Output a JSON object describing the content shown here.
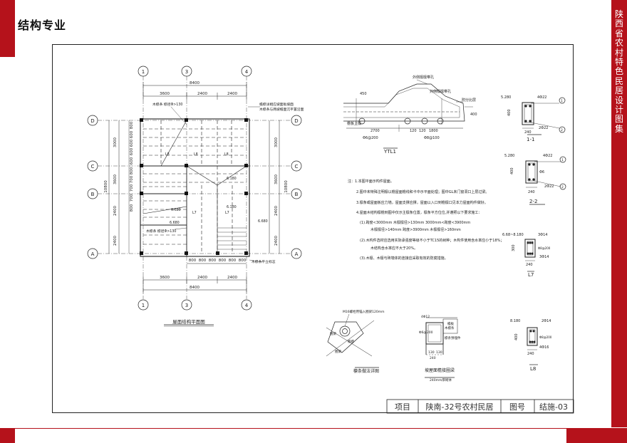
{
  "header": {
    "section_title": "结构专业",
    "side_title": "陕西省农村特色民居设计图集"
  },
  "plan": {
    "axes_x": [
      "1",
      "3",
      "4"
    ],
    "axes_y": [
      "D",
      "C",
      "B",
      "A"
    ],
    "dims_top_total": "8400",
    "dims_top_parts": [
      "3600",
      "2400",
      "2400"
    ],
    "dims_bottom_parts": [
      "3600",
      "2400",
      "2400"
    ],
    "dims_bottom_total": "8400",
    "dims_left_parts": [
      "3000",
      "3600",
      "2400",
      "2400"
    ],
    "dims_left_total": "10800",
    "dims_right_parts": [
      "3000",
      "3600",
      "2400",
      "2400"
    ],
    "dims_right_total": "10800",
    "left_rafter_dims": [
      "800",
      "600",
      "600",
      "600",
      "600",
      "800",
      "700",
      "700",
      "700",
      "800"
    ],
    "bottom_small_dims": [
      "800",
      "800",
      "800",
      "800",
      "800",
      "800"
    ],
    "note_top": "木檩条 檩径Φ>130",
    "note_mid": "木檩条 檩径Φ>130",
    "note_right_top1": "檐檩详相应坡面板坡面",
    "note_right_top2": "木檩条与两坡檐面沉平置沿面",
    "note_bottom_right": "木檩条平立标志",
    "labels_l": [
      "L8",
      "L8",
      "L8",
      "L7",
      "L7"
    ],
    "elevations": [
      "6.180",
      "6.680",
      "6.680",
      "6.180",
      "6.680"
    ],
    "caption": "屋面结构平面图"
  },
  "ytl": {
    "caption": "YTL1",
    "note1": "外侧檩檩带孔",
    "note2": "外侧檩檩带孔",
    "note3": "附分比层",
    "label_beam": "檐板上檩",
    "dims": [
      "450",
      "2700",
      "1800",
      "400",
      "120",
      "120"
    ],
    "rebar": [
      "Φ6@200",
      "Φ8@100"
    ]
  },
  "notes": {
    "lines": [
      "注：1.本图平面示构件屋面。",
      "2.图中未特殊注明檩以檐屋面檐线和卡中示平面处理；图中GL未门窗洞口上层过梁。",
      "3.檩条或屋面板应力墙，屋面支撑应撑，屋面以入口到檐檩口见本力屋面构件做好。",
      "4.屋面木结构檩檐到图中仅示主檩条位置，檩条平方位位,并遵照以下要求施工：",
      "(1).跨度<3000mm  木檩檩径>130mm   3000mm<跨度<3900mm",
      "木檩檩径>140mm   跨度>3900mm  木檩檩径>160mm",
      "(2).木构件选材应选用实际承强度等级不小于TC15的树种；木构件使用含水率应小于18%；",
      "木结构含水率应不大于20%。",
      "(3).木檩、木檩与砖墙体的连接应采取有效的防腐措施。"
    ]
  },
  "sec11": {
    "caption": "1-1",
    "elev": "5.280",
    "top": "4Φ22",
    "bot": "2Φ22",
    "dims": [
      "400",
      "240"
    ],
    "markers": [
      "1",
      "2"
    ]
  },
  "sec22": {
    "caption": "2-2",
    "elev": "5.280",
    "top": "4Φ22",
    "mid": "Φ6",
    "bot": "2Φ22",
    "dims": [
      "400",
      "240"
    ],
    "markers": [
      "1",
      "2"
    ]
  },
  "secL7": {
    "caption": "L7",
    "elev": "6.68~8.180",
    "top": "3Φ14",
    "mid": "Φ8@200",
    "bot": "3Φ14",
    "dims": [
      "300",
      "240"
    ]
  },
  "secL8": {
    "caption": "L8",
    "elev": "8.180",
    "top": "2Φ14",
    "mid": "Φ8@200",
    "bot": "4Φ16",
    "dims": [
      "400",
      "240"
    ]
  },
  "detail1": {
    "caption": "檩条做法详图",
    "note": "M16螺栓用锚入圈梁120mm",
    "labels": [
      "圈梁",
      "檐檩",
      "圈梁"
    ]
  },
  "detail2": {
    "caption": "坡屋面檐接圈梁",
    "subcaption": "240mm厚砌体",
    "labels": [
      "4Φ12",
      "Φ6@200",
      "木檩条",
      "檐板",
      "檩条预埋件"
    ],
    "dims": [
      "130",
      "130",
      "240"
    ]
  },
  "title_block": {
    "project_label": "项目",
    "project_name": "陕南-32号农村民居",
    "drawing_no_label": "图号",
    "drawing_no": "结施-03"
  }
}
